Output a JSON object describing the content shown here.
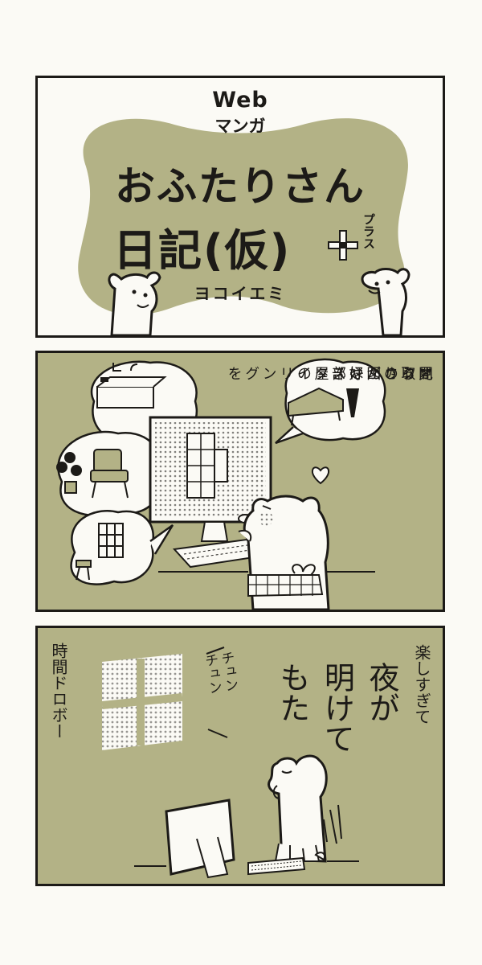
{
  "cover": {
    "label_web": "Web",
    "label_manga": "マンガ",
    "title_line1": "おふたりさん",
    "title_line2": "日記(仮)",
    "title_plus": "プラス",
    "author": "ヨコイエミ"
  },
  "panel2": {
    "caption": [
      "オクさんは 部屋の",
      "間取り図やスタイリングを",
      "見るのが好き"
    ]
  },
  "panel3": {
    "narration_right": "楽しすぎて",
    "dialogue": [
      "夜が",
      "明けて",
      "もた"
    ],
    "sfx": [
      "チュン",
      "チュン"
    ],
    "narration_left": "時間ドロボー"
  },
  "colors": {
    "olive": "#b3b286",
    "ink": "#1c1a17",
    "paper": "#fbfaf5"
  }
}
